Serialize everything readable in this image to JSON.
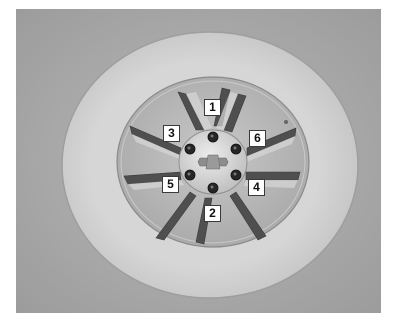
{
  "diagram": {
    "lug_labels": [
      "1",
      "2",
      "3",
      "4",
      "5",
      "6"
    ]
  },
  "colors": {
    "background": "#a4a4a4",
    "tire": "#cfcfcf",
    "rim": "#b9b9b9",
    "spoke_shadow": "#555555",
    "lug_nut": "#262626"
  }
}
